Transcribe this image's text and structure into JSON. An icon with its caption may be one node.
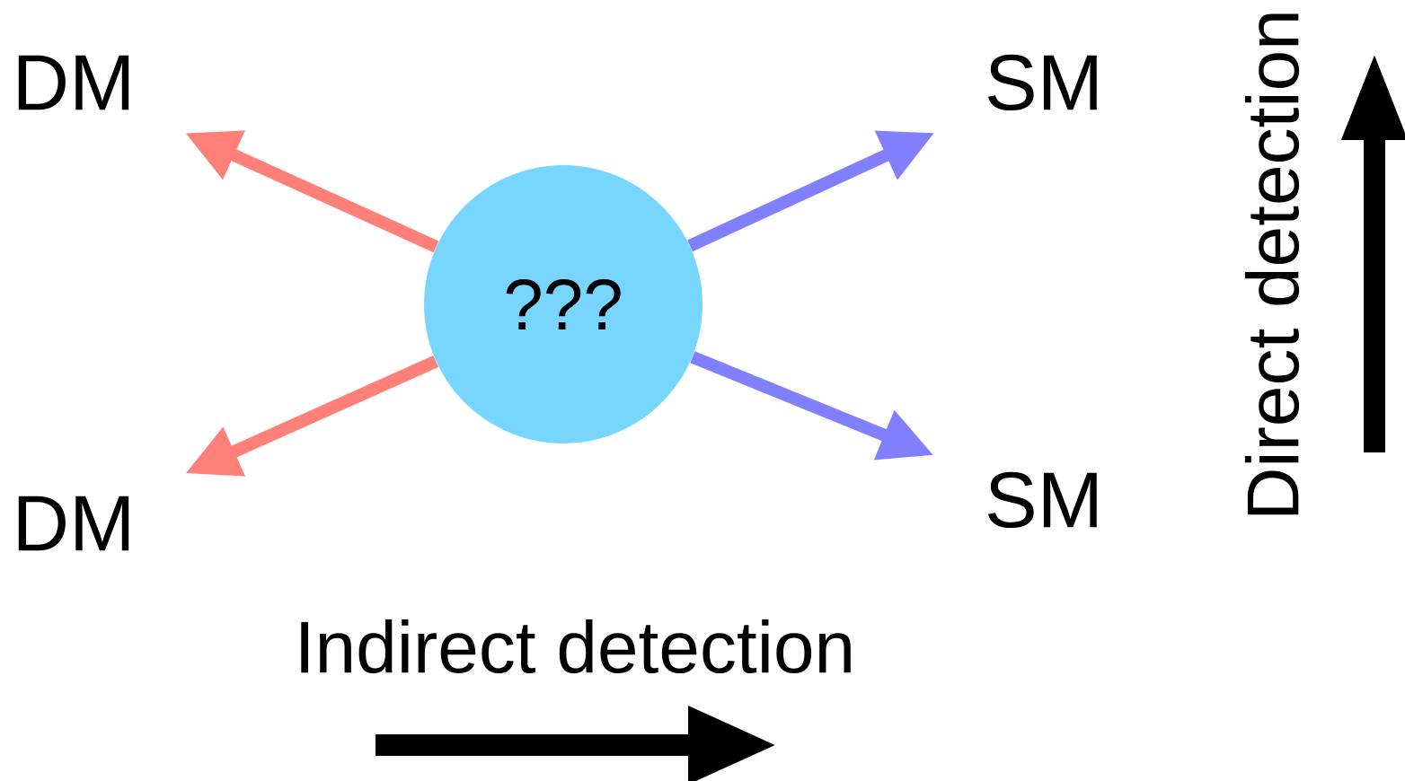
{
  "diagram": {
    "nodes": [
      {
        "text": [
          "DM"
        ]
      },
      {
        "text": [
          "SM"
        ]
      },
      {
        "text": [
          "???"
        ]
      },
      {
        "text": [
          "DM"
        ]
      },
      {
        "text": [
          "SM"
        ]
      }
    ],
    "edges": [
      {
        "from": 2,
        "to": 0,
        "arrow": "to",
        "color": "#ff8078"
      },
      {
        "from": 2,
        "to": 1,
        "arrow": "to",
        "color": "#8080ff"
      },
      {
        "from": 2,
        "to": 3,
        "arrow": "to",
        "color": "#ff8078"
      },
      {
        "from": 2,
        "to": 4,
        "arrow": "to",
        "color": "#8080ff"
      }
    ],
    "labels": [
      "Direct detection",
      "Indirect detection"
    ]
  }
}
